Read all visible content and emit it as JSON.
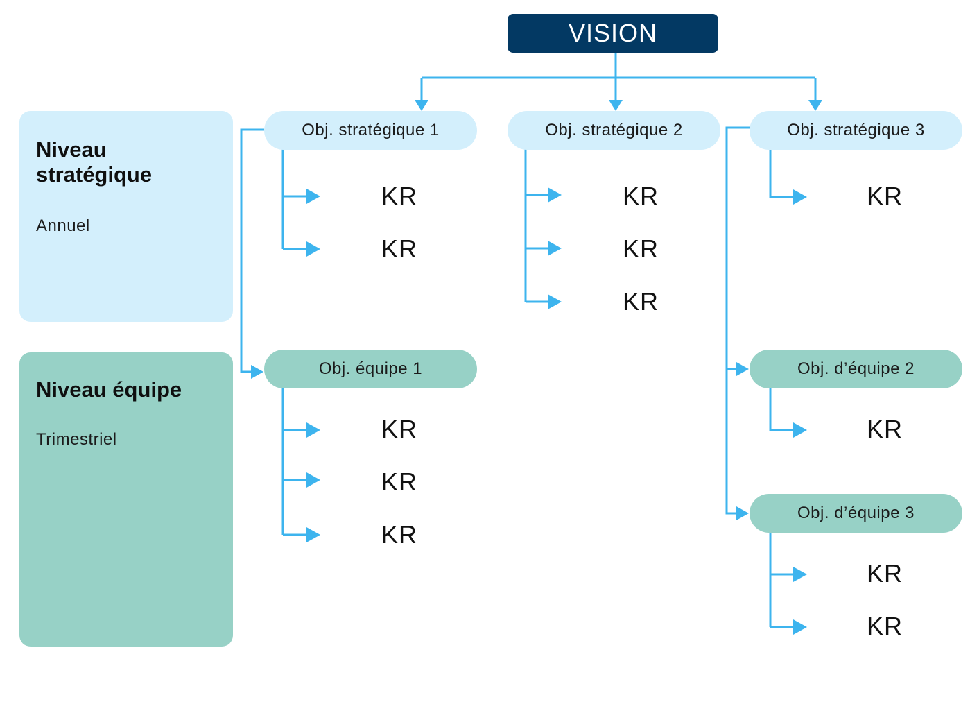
{
  "vision": {
    "label": "VISION"
  },
  "levels": {
    "strategic": {
      "title": "Niveau stratégique",
      "cadence": "Annuel"
    },
    "team": {
      "title": "Niveau équipe",
      "cadence": "Trimestriel"
    }
  },
  "strategic_objectives": [
    {
      "label": "Obj. stratégique 1",
      "key_results": [
        "KR",
        "KR"
      ]
    },
    {
      "label": "Obj. stratégique 2",
      "key_results": [
        "KR",
        "KR",
        "KR"
      ]
    },
    {
      "label": "Obj. stratégique 3",
      "key_results": [
        "KR"
      ]
    }
  ],
  "team_objectives": [
    {
      "label": "Obj. équipe 1",
      "key_results": [
        "KR",
        "KR",
        "KR"
      ]
    },
    {
      "label": "Obj. d’équipe 2",
      "key_results": [
        "KR"
      ]
    },
    {
      "label": "Obj. d’équipe 3",
      "key_results": [
        "KR",
        "KR"
      ]
    }
  ],
  "colors": {
    "vision_fill": "#033963",
    "strategic_fill": "#d3effc",
    "team_fill": "#97d1c6",
    "connector": "#3db4ee"
  }
}
